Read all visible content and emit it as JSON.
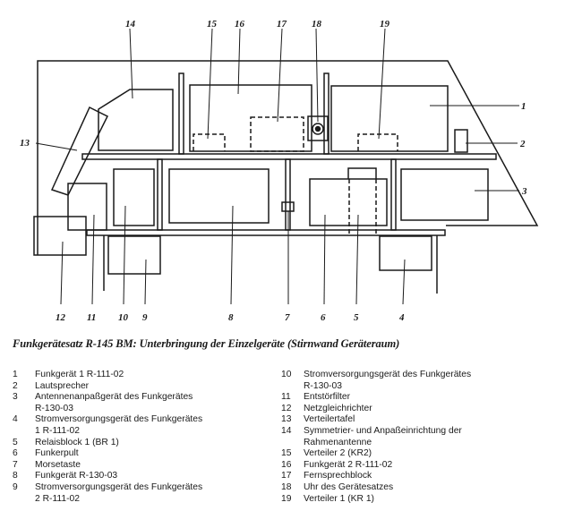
{
  "caption": "Funkgerätesatz R-145 BM: Unterbringung der Einzelgeräte (Stirnwand Geräteraum)",
  "callouts": {
    "c1": "1",
    "c2": "2",
    "c3": "3",
    "c4": "4",
    "c5": "5",
    "c6": "6",
    "c7": "7",
    "c8": "8",
    "c9": "9",
    "c10": "10",
    "c11": "11",
    "c12": "12",
    "c13": "13",
    "c14": "14",
    "c15": "15",
    "c16": "16",
    "c17": "17",
    "c18": "18",
    "c19": "19"
  },
  "legend_left": [
    {
      "num": "1",
      "text": "Funkgerät 1 R-111-02"
    },
    {
      "num": "2",
      "text": "Lautsprecher"
    },
    {
      "num": "3",
      "text": "Antennenanpaßgerät des Funkgerätes\nR-130-03"
    },
    {
      "num": "4",
      "text": "Stromversorgungsgerät des Funkgerätes\n1 R-111-02"
    },
    {
      "num": "5",
      "text": "Relaisblock 1 (BR 1)"
    },
    {
      "num": "6",
      "text": "Funkerpult"
    },
    {
      "num": "7",
      "text": "Morsetaste"
    },
    {
      "num": "8",
      "text": "Funkgerät R-130-03"
    },
    {
      "num": "9",
      "text": "Stromversorgungsgerät des Funkgerätes\n2 R-111-02"
    }
  ],
  "legend_right": [
    {
      "num": "10",
      "text": "Stromversorgungsgerät des Funkgerätes\nR-130-03"
    },
    {
      "num": "11",
      "text": "Entstörfilter"
    },
    {
      "num": "12",
      "text": "Netzgleichrichter"
    },
    {
      "num": "13",
      "text": "Verteilertafel"
    },
    {
      "num": "14",
      "text": "Symmetrier- und Anpaßeinrichtung der\nRahmenantenne"
    },
    {
      "num": "15",
      "text": "Verteiler 2 (KR2)"
    },
    {
      "num": "16",
      "text": "Funkgerät 2 R-111-02"
    },
    {
      "num": "17",
      "text": "Fernsprechblock"
    },
    {
      "num": "18",
      "text": "Uhr des Gerätesatzes"
    },
    {
      "num": "19",
      "text": "Verteiler 1 (KR 1)"
    }
  ]
}
